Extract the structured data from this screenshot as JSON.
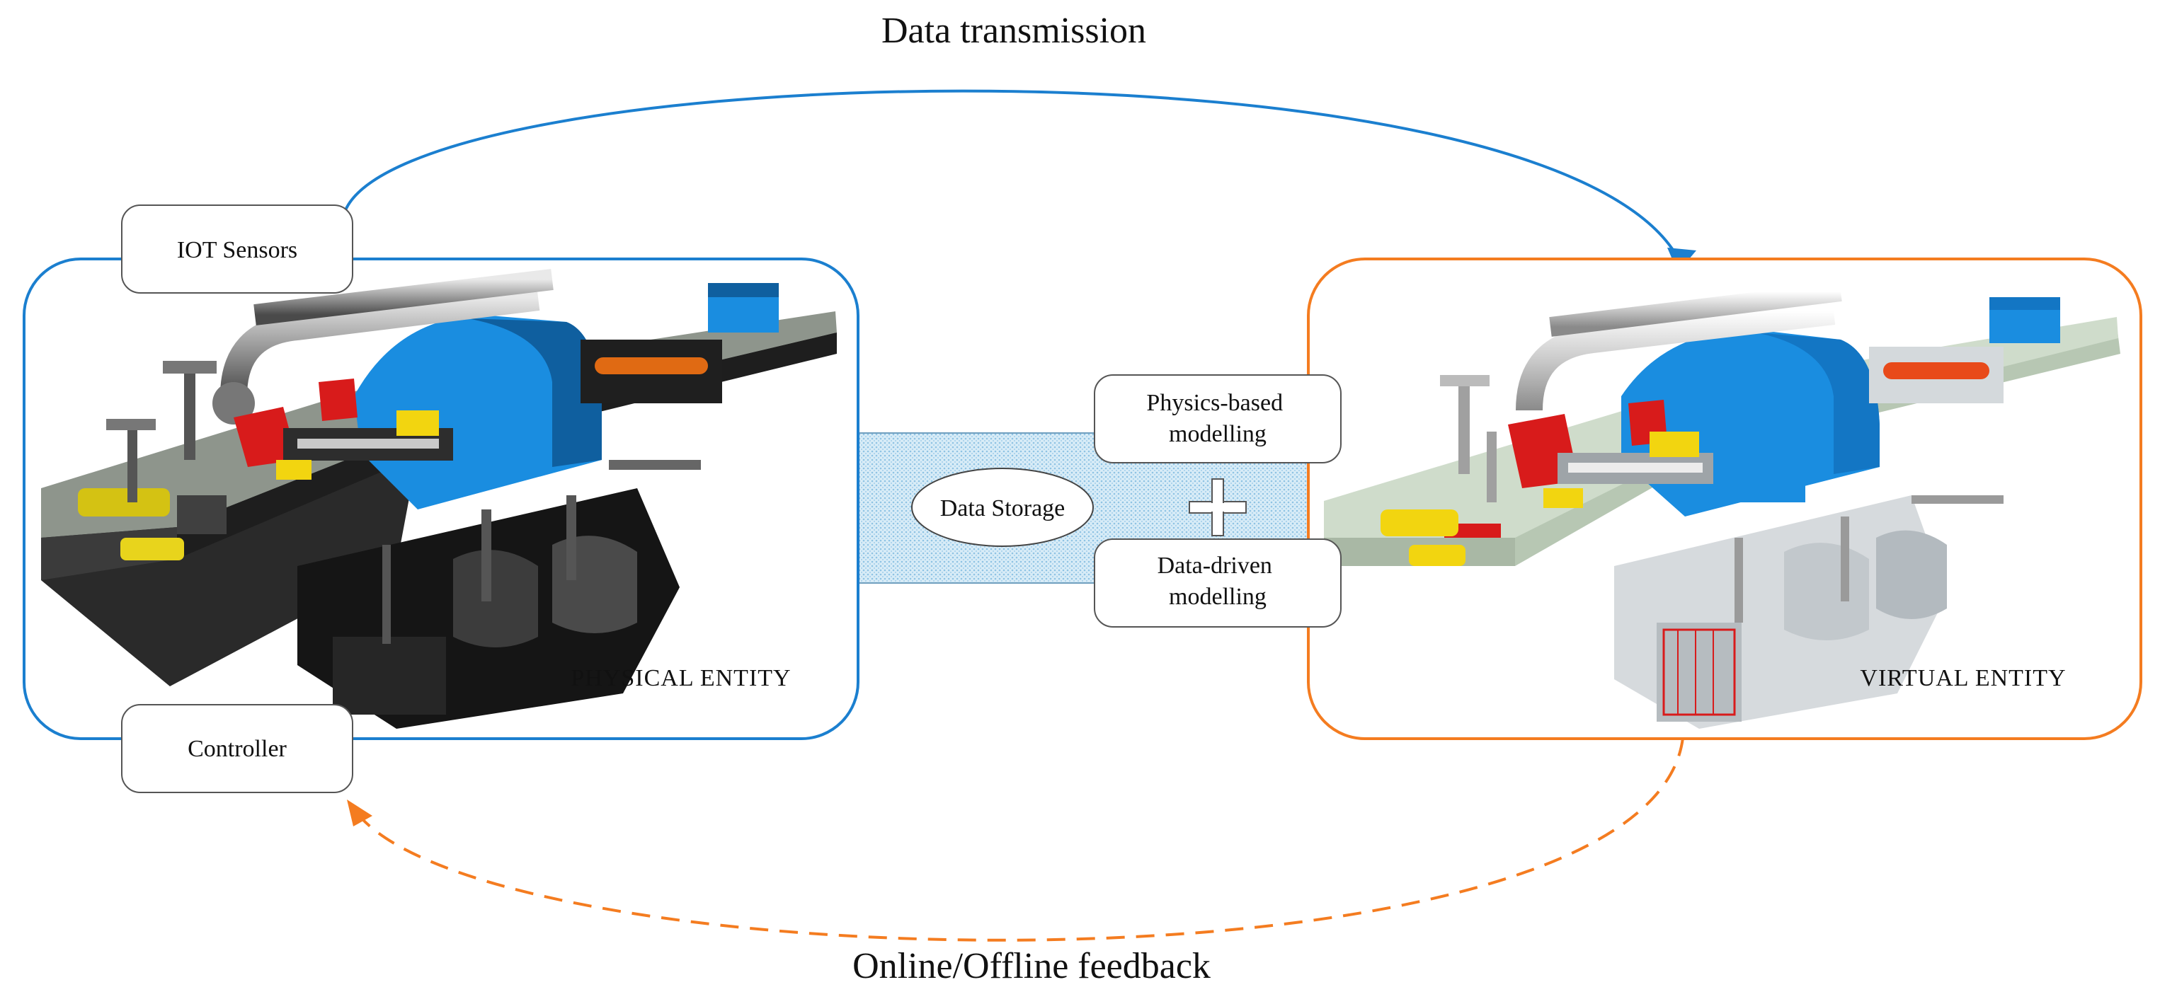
{
  "arrows": {
    "top_label": "Data transmission",
    "bottom_label": "Online/Offline feedback"
  },
  "physical": {
    "label": "PHYSICAL ENTITY",
    "sensors_label": "IOT Sensors",
    "controller_label": "Controller"
  },
  "virtual": {
    "label": "VIRTUAL ENTITY"
  },
  "middle": {
    "storage_label": "Data Storage",
    "physics_line1": "Physics-based",
    "physics_line2": "modelling",
    "datadriven_line1": "Data-driven",
    "datadriven_line2": "modelling",
    "plus_symbol": "+"
  },
  "colors": {
    "blue": "#1b7fcf",
    "orange": "#f47c20",
    "steel_blue": "#1a8de0",
    "dark": "#1c1c1c",
    "gray": "#6d6d6d",
    "deck_virtual": "#cfdccb",
    "red": "#d81b1b",
    "yellow": "#f2d510"
  }
}
